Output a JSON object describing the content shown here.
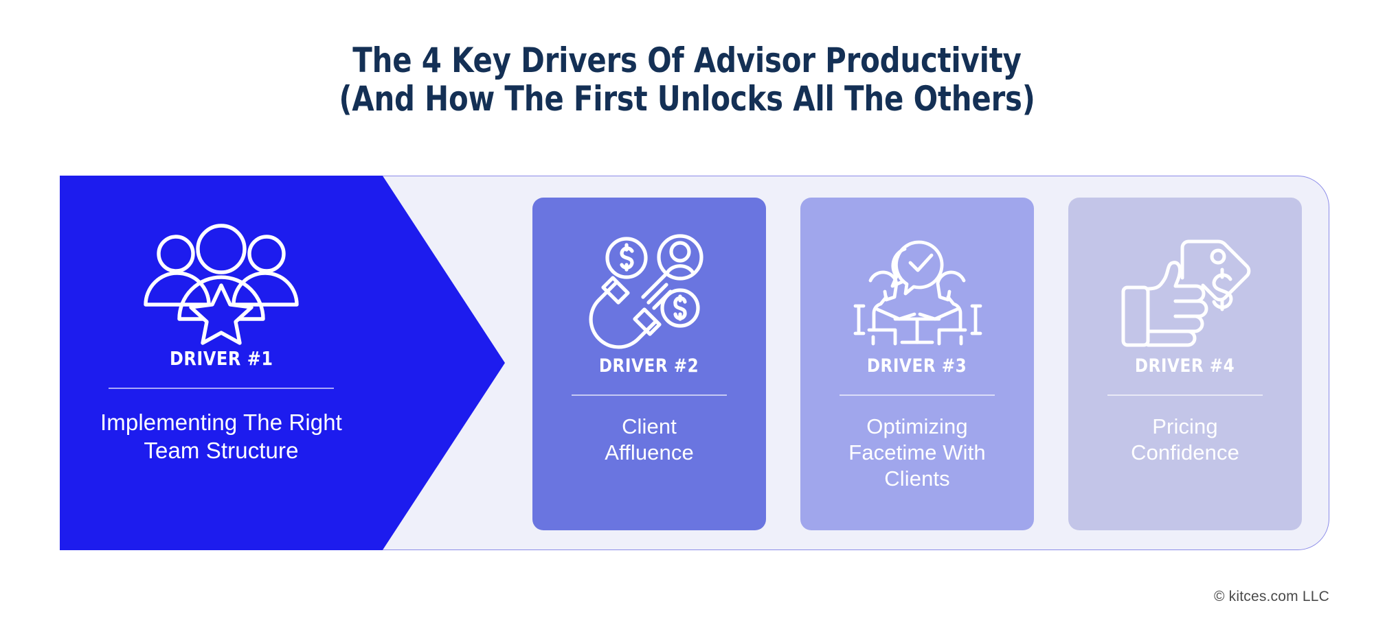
{
  "title": {
    "line1": "The 4 Key Drivers Of Advisor Productivity",
    "line2": "(And How The First Unlocks All The Others)"
  },
  "colors": {
    "title_text": "#143055",
    "panel_background": "#eff0fa",
    "panel_border": "#8a8ae8",
    "driver1_arrow": "#1d1cee",
    "driver2_card": "#6a75e0",
    "driver3_card": "#a0a6ec",
    "driver4_card": "#c3c5e8",
    "card_text": "#ffffff",
    "footer_text": "#4a4a4a"
  },
  "drivers": [
    {
      "label": "DRIVER #1",
      "text": "Implementing The Right\nTeam Structure",
      "text_line1": "Implementing The Right",
      "text_line2": "Team Structure",
      "icon": "team-with-star-icon",
      "highlight": true
    },
    {
      "label": "DRIVER #2",
      "text": "Client\nAffluence",
      "text_line1": "Client",
      "text_line2": "Affluence",
      "icon": "magnet-attracting-money-and-client-icon",
      "highlight": false
    },
    {
      "label": "DRIVER #3",
      "text": "Optimizing\nFacetime With\nClients",
      "text_line1": "Optimizing",
      "text_line2": "Facetime With",
      "text_line3": "Clients",
      "icon": "client-meeting-conversation-icon",
      "highlight": false
    },
    {
      "label": "DRIVER #4",
      "text": "Pricing\nConfidence",
      "text_line1": "Pricing",
      "text_line2": "Confidence",
      "icon": "thumbs-up-price-tag-icon",
      "highlight": false
    }
  ],
  "footer": {
    "copyright": "© kitces.com LLC"
  }
}
